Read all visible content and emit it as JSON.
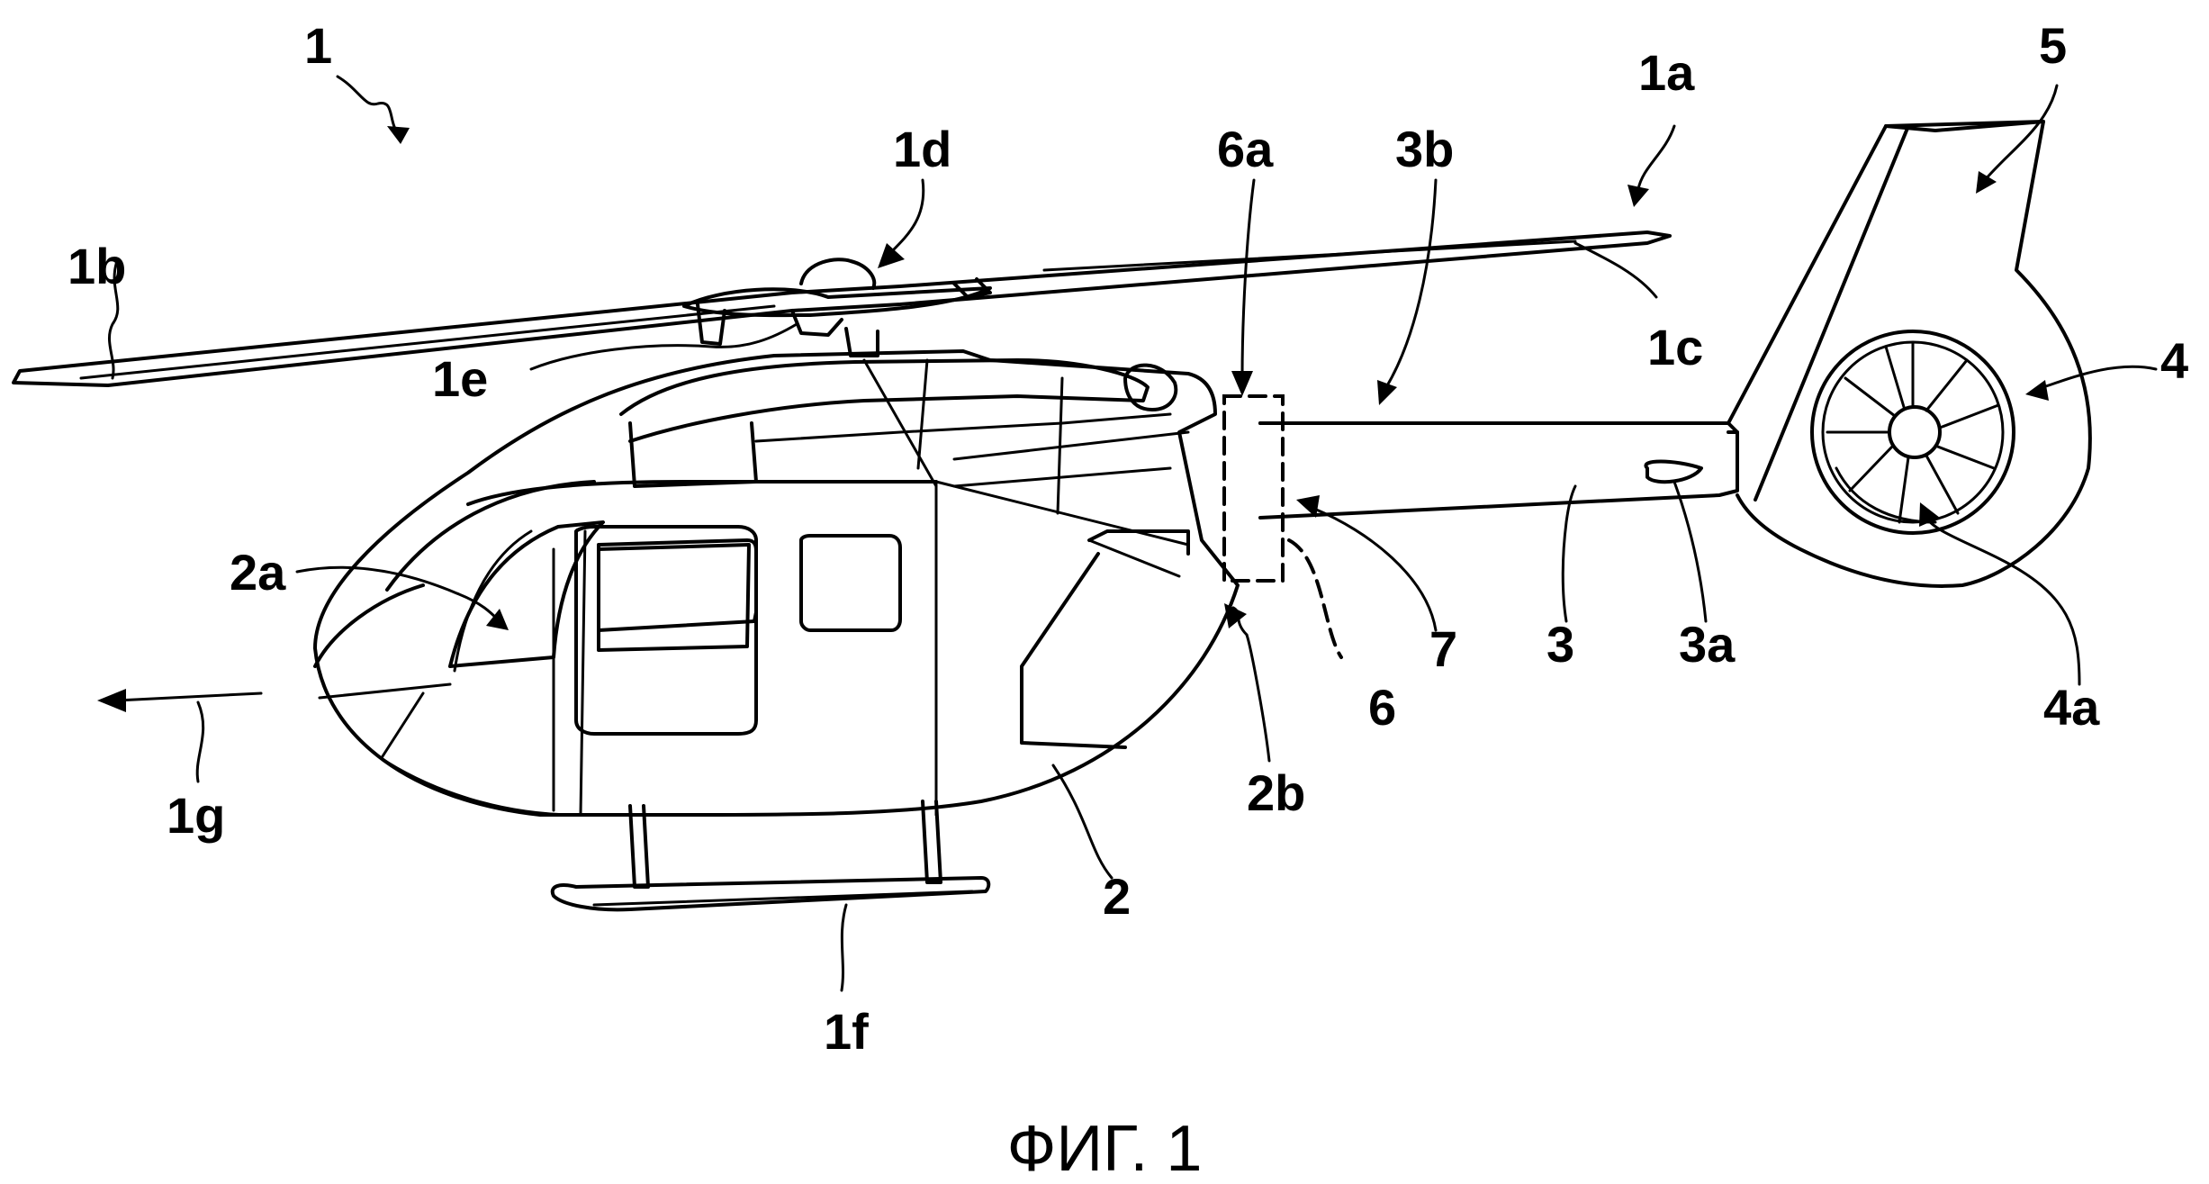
{
  "figure": {
    "caption": "ФИГ. 1"
  },
  "labels": {
    "l1": "1",
    "l1a": "1a",
    "l1b": "1b",
    "l1c": "1c",
    "l1d": "1d",
    "l1e": "1e",
    "l1f": "1f",
    "l1g": "1g",
    "l2": "2",
    "l2a": "2a",
    "l2b": "2b",
    "l3": "3",
    "l3a": "3a",
    "l3b": "3b",
    "l4": "4",
    "l4a": "4a",
    "l5": "5",
    "l6": "6",
    "l6a": "6a",
    "l7": "7"
  }
}
